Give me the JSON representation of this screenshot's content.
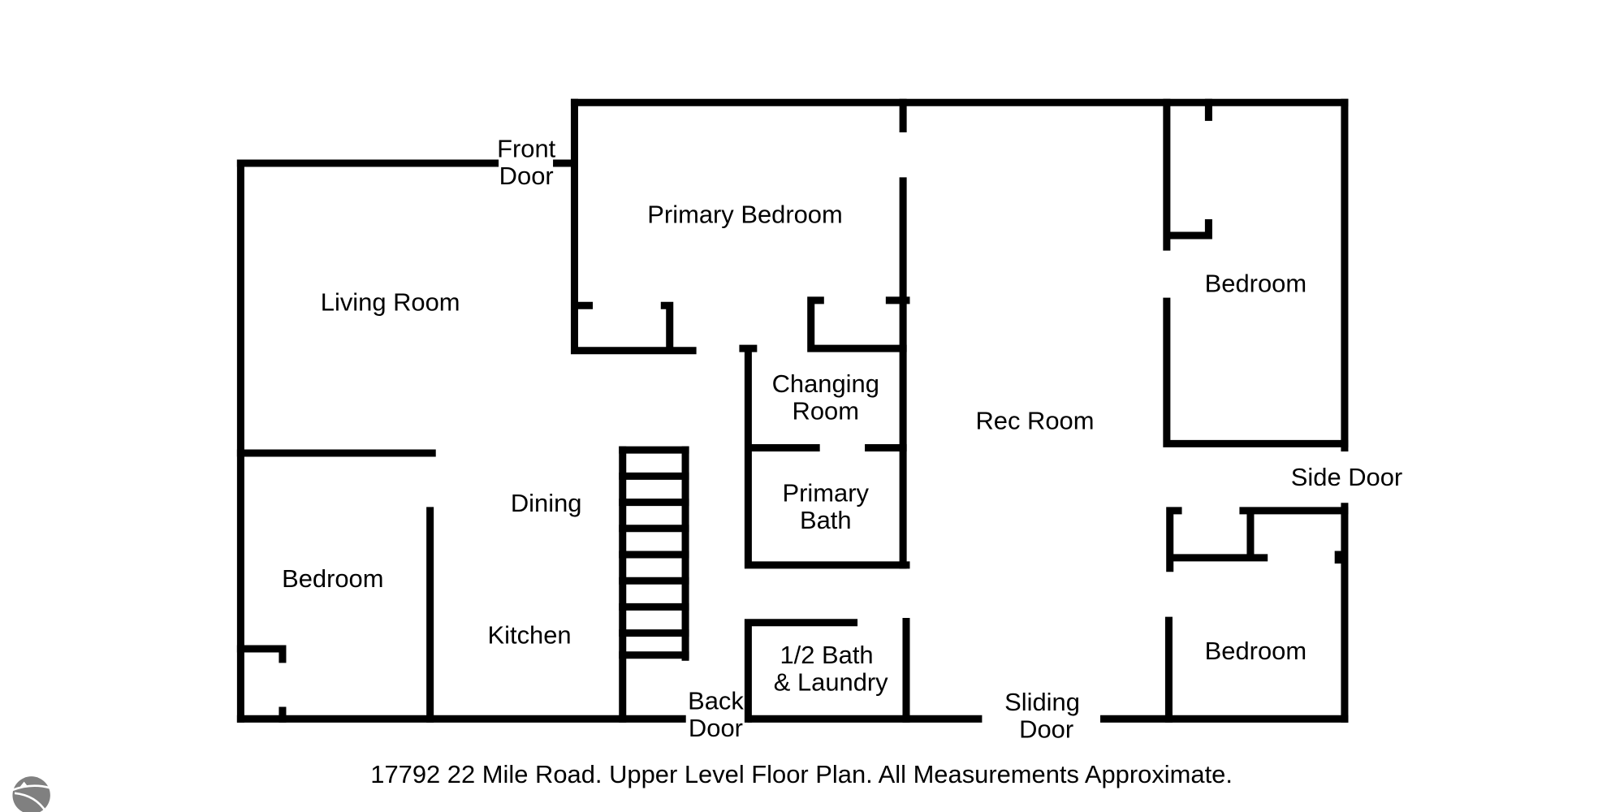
{
  "rooms": {
    "front_door": [
      "Front",
      "Door"
    ],
    "primary_bedroom": "Primary Bedroom",
    "living_room": "Living Room",
    "changing_room": [
      "Changing",
      "Room"
    ],
    "primary_bath": [
      "Primary",
      "Bath"
    ],
    "rec_room": "Rec Room",
    "bedroom_upper_right": "Bedroom",
    "side_door": "Side Door",
    "dining": "Dining",
    "bedroom_left": "Bedroom",
    "kitchen": "Kitchen",
    "half_bath": [
      "1/2 Bath",
      "& Laundry"
    ],
    "bedroom_lower_right": "Bedroom",
    "back_door": [
      "Back",
      "Door"
    ],
    "sliding_door": [
      "Sliding",
      "Door"
    ]
  },
  "caption": "17792 22 Mile Road. Upper Level Floor Plan. All Measurements Approximate.",
  "colors": {
    "wall": "#000000",
    "logo": "#808080"
  }
}
